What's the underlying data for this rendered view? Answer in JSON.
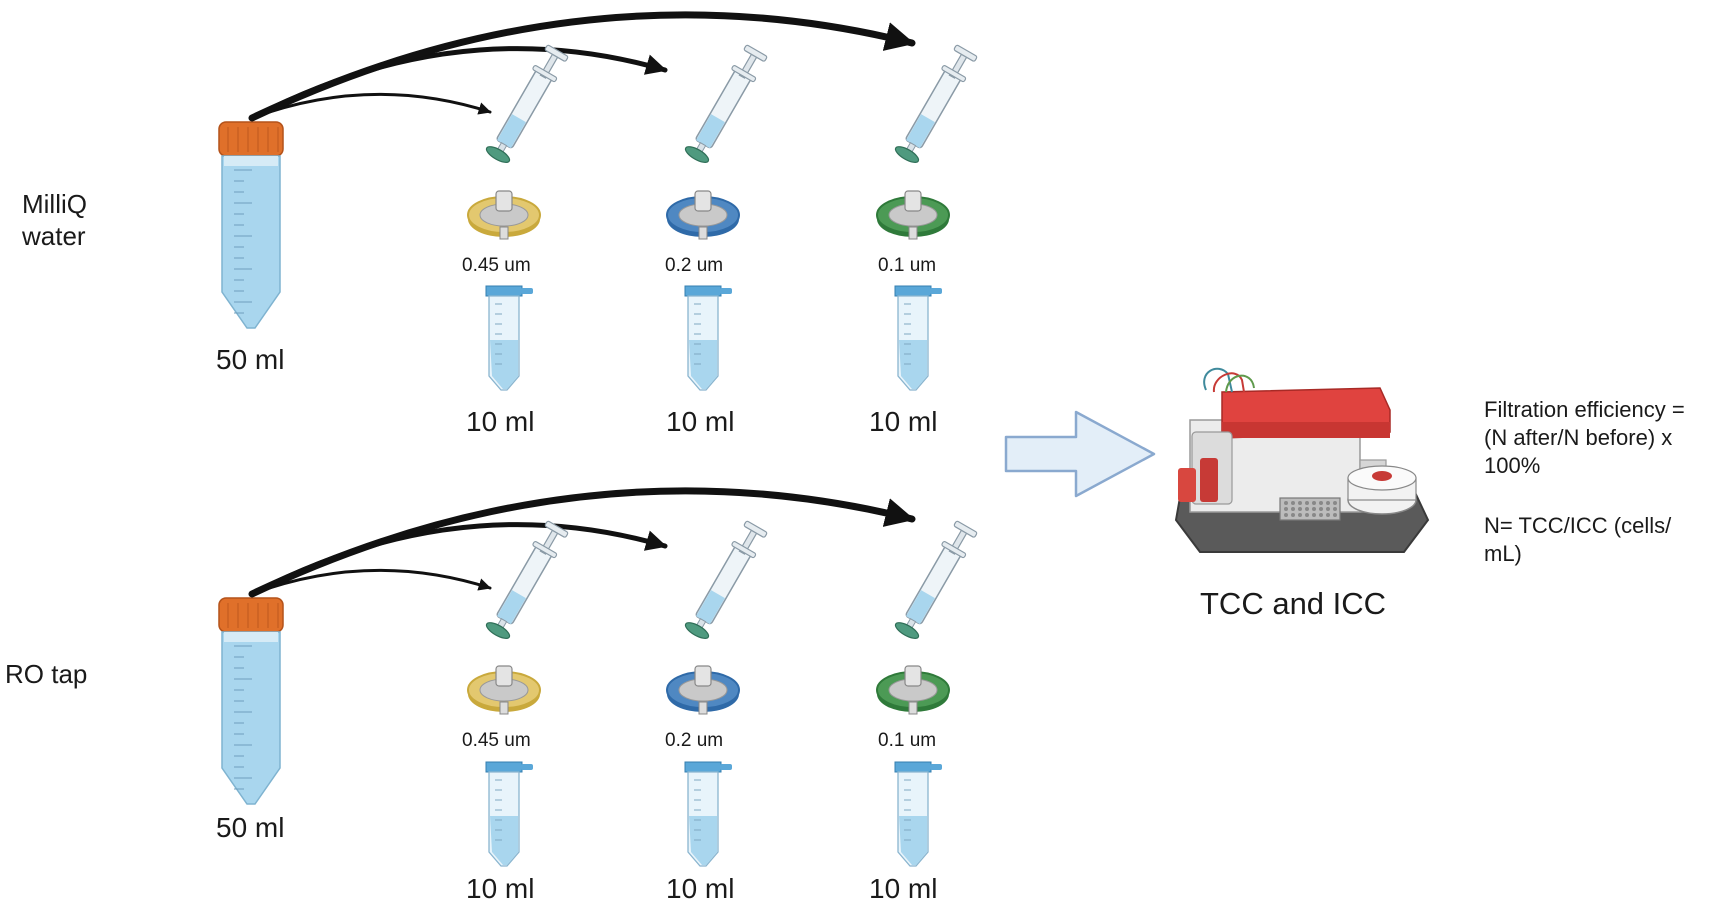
{
  "rows": [
    {
      "label": "MilliQ\nwater",
      "source_volume": "50 ml",
      "filters": [
        {
          "pore": "0.45 um",
          "volume": "10 ml",
          "color": "#e3c86f",
          "ring": "#c9a93c"
        },
        {
          "pore": "0.2 um",
          "volume": "10 ml",
          "color": "#4f88c2",
          "ring": "#2f6aa8"
        },
        {
          "pore": "0.1 um",
          "volume": "10 ml",
          "color": "#4c9a55",
          "ring": "#2f7a3a"
        }
      ]
    },
    {
      "label": "RO tap",
      "source_volume": "50 ml",
      "filters": [
        {
          "pore": "0.45 um",
          "volume": "10 ml",
          "color": "#e3c86f",
          "ring": "#c9a93c"
        },
        {
          "pore": "0.2 um",
          "volume": "10 ml",
          "color": "#4f88c2",
          "ring": "#2f6aa8"
        },
        {
          "pore": "0.1 um",
          "volume": "10 ml",
          "color": "#4c9a55",
          "ring": "#2f7a3a"
        }
      ]
    }
  ],
  "instrument": {
    "label": "TCC and ICC",
    "icon": "flow-cytometer-icon"
  },
  "formula": {
    "line1": "Filtration efficiency = (N after/N before) x 100%",
    "line2": "N= TCC/ICC (cells/ mL)"
  },
  "colors": {
    "cap": "#e0702a",
    "liquid": "#a9d6ee",
    "tube_body": "#e8f4fb",
    "flow_arrow_fill": "#e3eef8",
    "flow_arrow_stroke": "#8aa9cf",
    "instrument_red": "#e0433f"
  }
}
